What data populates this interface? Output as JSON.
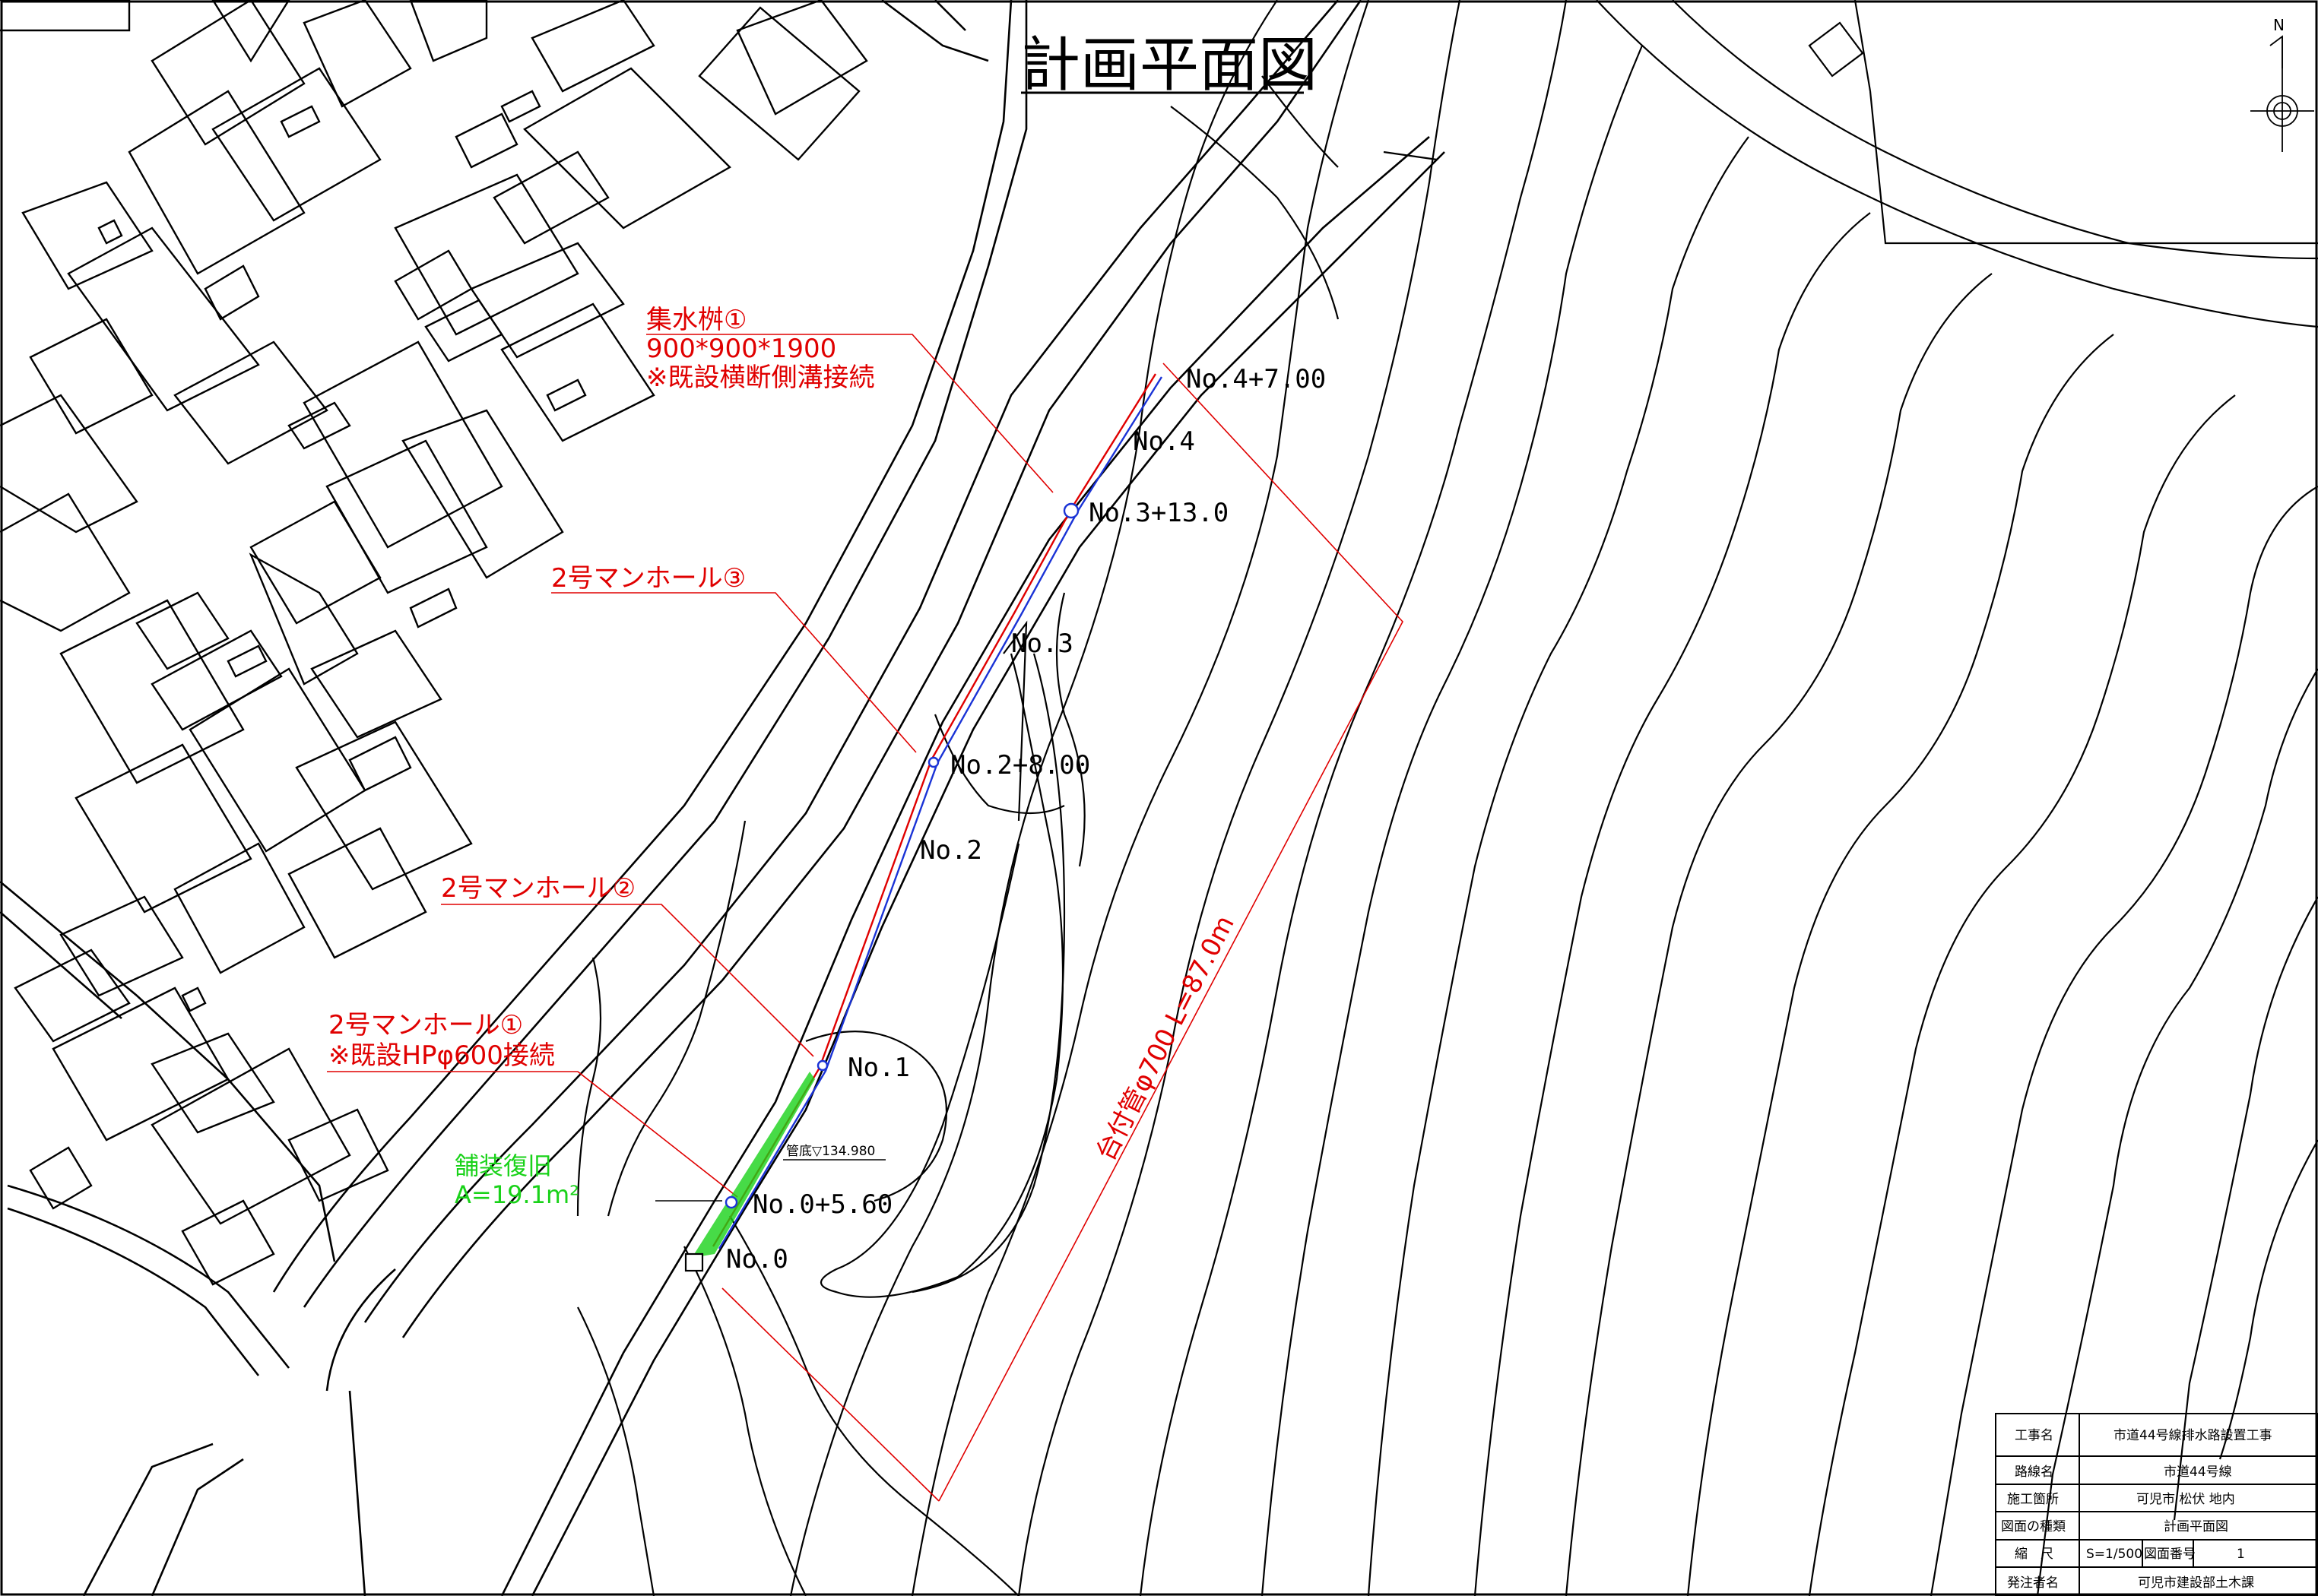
{
  "title": "計画平面図",
  "north_mark": "N",
  "stations": {
    "no0": "No.0",
    "no0_560": "No.0+5.60",
    "no1": "No.1",
    "no2": "No.2",
    "no2_800": "No.2+8.00",
    "no3": "No.3",
    "no3_130": "No.3+13.0",
    "no4": "No.4",
    "no4_700": "No.4+7.00"
  },
  "callouts": {
    "catch_basin": [
      "集水桝①",
      "900*900*1900",
      "※既設横断側溝接続"
    ],
    "manhole3": "2号マンホール③",
    "manhole2": "2号マンホール②",
    "manhole1": [
      "2号マンホール①",
      "※既設HPφ600接続"
    ],
    "paving": [
      "舗装復旧",
      "A=19.1m²"
    ],
    "pipe_bottom": "管底▽134.980",
    "pipe_spec": "台付管φ700 L=87.0m"
  },
  "title_block": {
    "rows": [
      {
        "label": "工事名",
        "value": "市道44号線排水路設置工事"
      },
      {
        "label": "路線名",
        "value": "市道44号線"
      },
      {
        "label": "施工箇所",
        "value": "可児市 松伏 地内"
      },
      {
        "label": "図面の種類",
        "value": "計画平面図"
      },
      {
        "label": "縮　尺",
        "value": "S=1/500",
        "label2": "図面番号",
        "value2": "1"
      },
      {
        "label": "発注者名",
        "value": "可児市建設部土木課"
      }
    ]
  },
  "colors": {
    "line": "#000000",
    "pipe_red": "#e00000",
    "pipe_blue": "#1a33d6",
    "annotation_red": "#e00000",
    "paving_green": "#19d219"
  }
}
